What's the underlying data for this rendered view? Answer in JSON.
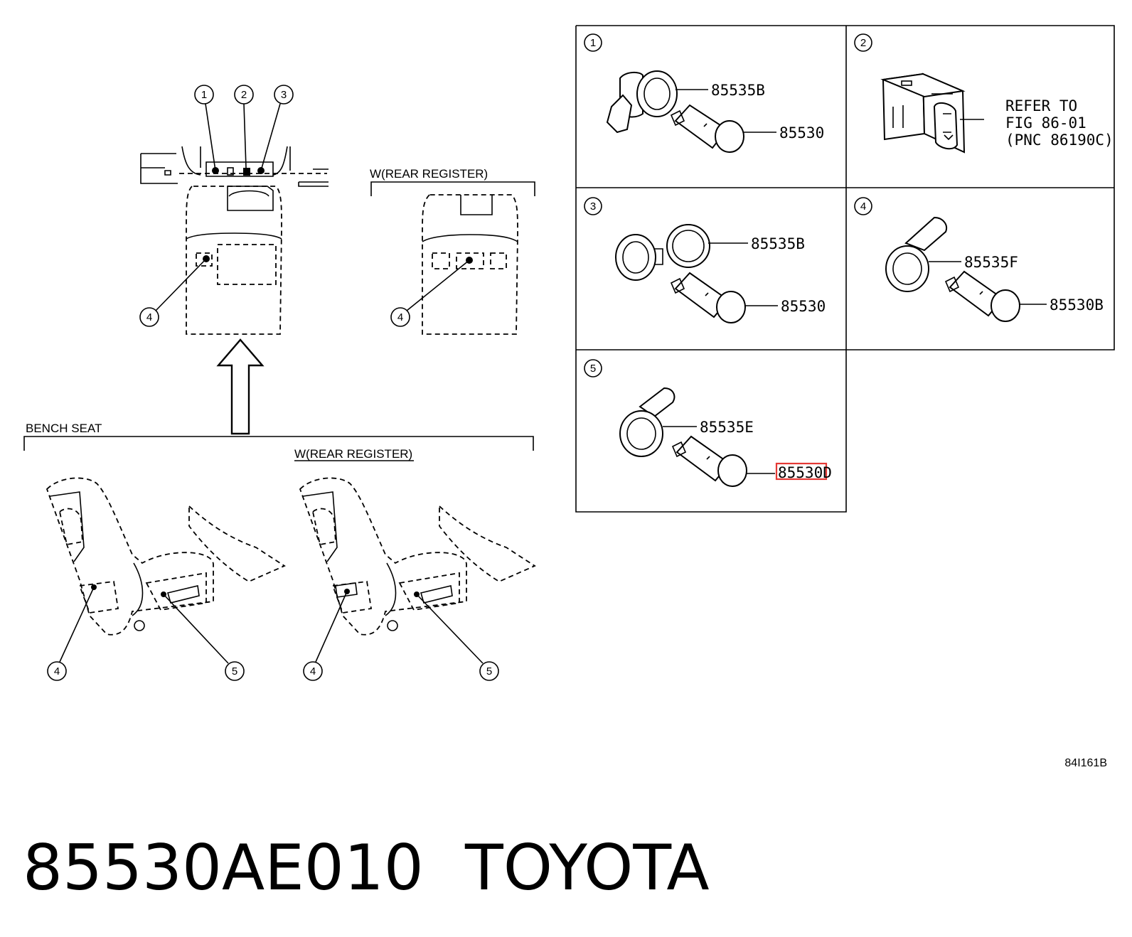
{
  "overview": {
    "callouts": {
      "c1": "1",
      "c2": "2",
      "c3": "3",
      "c4": "4",
      "c5": "5"
    },
    "rear_register_top": "W(REAR REGISTER)",
    "bench_seat": "BENCH SEAT",
    "rear_register_bottom": "W(REAR REGISTER)"
  },
  "panels": {
    "p1": {
      "number": "1",
      "part_a": "85535B",
      "part_b": "85530"
    },
    "p2": {
      "number": "2",
      "refer_line1": "REFER TO",
      "refer_line2": "FIG 86-01",
      "refer_line3": "(PNC 86190C)"
    },
    "p3": {
      "number": "3",
      "part_a": "85535B",
      "part_b": "85530"
    },
    "p4": {
      "number": "4",
      "part_a": "85535F",
      "part_b": "85530B"
    },
    "p5": {
      "number": "5",
      "part_a": "85535E",
      "part_b": "85530D"
    }
  },
  "highlight_color": "#e53935",
  "figure_code": "84I161B",
  "caption": {
    "part_number": "85530AE010",
    "brand": "TOYOTA"
  }
}
